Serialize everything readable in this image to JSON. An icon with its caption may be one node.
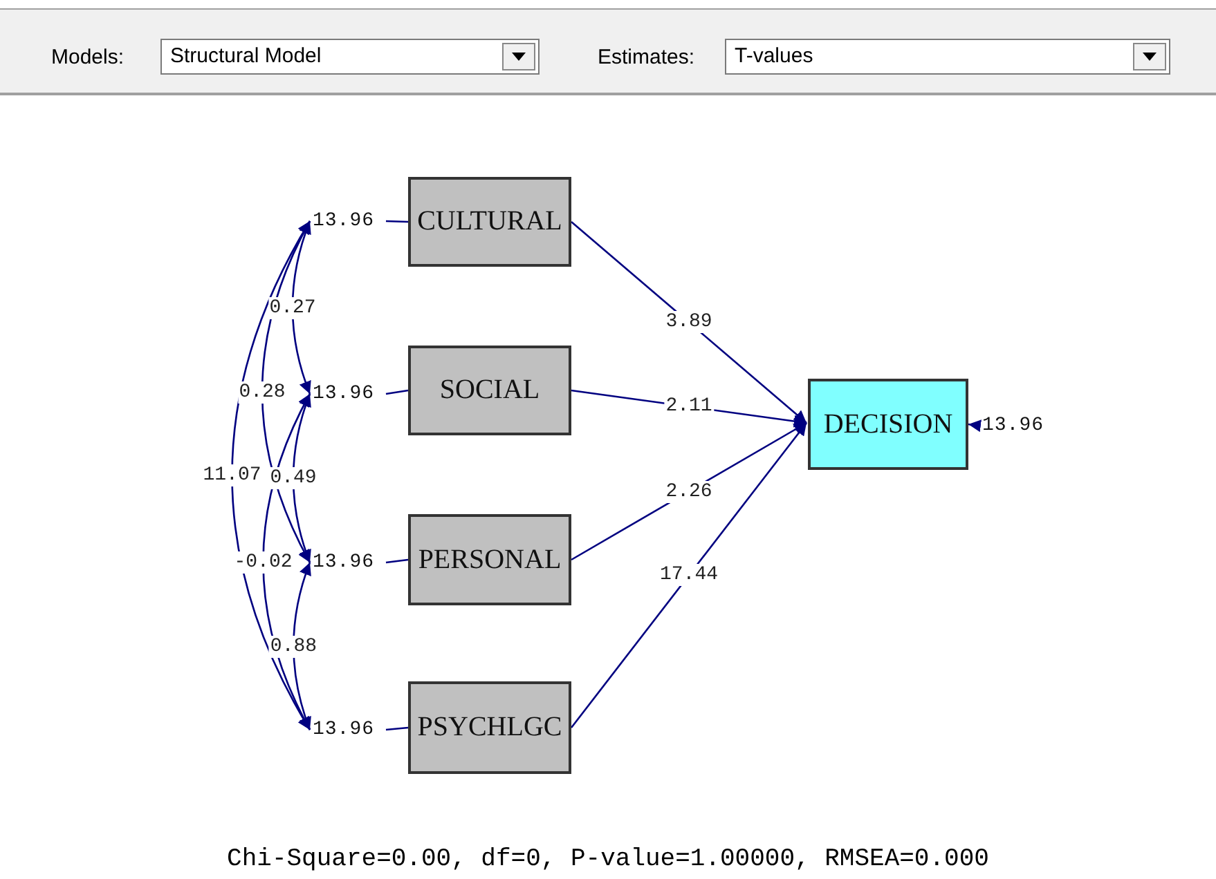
{
  "diagram": {
    "caption": "Chi-Square=0.00, df=0, P-value=1.00000, RMSEA=0.000",
    "nodes": [
      {
        "text": [
          "CULTURAL"
        ]
      },
      {
        "text": [
          "SOCIAL"
        ]
      },
      {
        "text": [
          "PERSONAL"
        ]
      },
      {
        "text": [
          "PSYCHLGC"
        ]
      },
      {
        "text": [
          "DECISION"
        ]
      },
      {
        "text": [
          "13.96"
        ]
      },
      {
        "text": [
          "13.96"
        ]
      },
      {
        "text": [
          "13.96"
        ]
      },
      {
        "text": [
          "13.96"
        ]
      },
      {
        "text": [
          "13.96"
        ]
      }
    ],
    "edges": [
      {
        "from": 5,
        "to": 0,
        "arrow": "none"
      },
      {
        "from": 6,
        "to": 1,
        "arrow": "none"
      },
      {
        "from": 7,
        "to": 2,
        "arrow": "none"
      },
      {
        "from": 8,
        "to": 3,
        "arrow": "none"
      },
      {
        "from": 0,
        "to": 4,
        "arrow": "to",
        "label": "3.89"
      },
      {
        "from": 1,
        "to": 4,
        "arrow": "to",
        "label": "2.11"
      },
      {
        "from": 2,
        "to": 4,
        "arrow": "to",
        "label": "2.26"
      },
      {
        "from": 3,
        "to": 4,
        "arrow": "to",
        "label": "17.44"
      },
      {
        "from": 9,
        "to": 4,
        "arrow": "to"
      },
      {
        "from": 5,
        "to": 6,
        "arrow": "both",
        "label": "0.27"
      },
      {
        "from": 5,
        "to": 7,
        "arrow": "both",
        "label": "0.28"
      },
      {
        "from": 5,
        "to": 8,
        "arrow": "both",
        "label": "11.07"
      },
      {
        "from": 6,
        "to": 7,
        "arrow": "both",
        "label": "0.49"
      },
      {
        "from": 6,
        "to": 8,
        "arrow": "both",
        "label": "-0.02"
      },
      {
        "from": 7,
        "to": 8,
        "arrow": "both",
        "label": "0.88"
      }
    ],
    "labels": [
      "Models:",
      "Structural Model",
      "Estimates:",
      "T-values"
    ]
  }
}
